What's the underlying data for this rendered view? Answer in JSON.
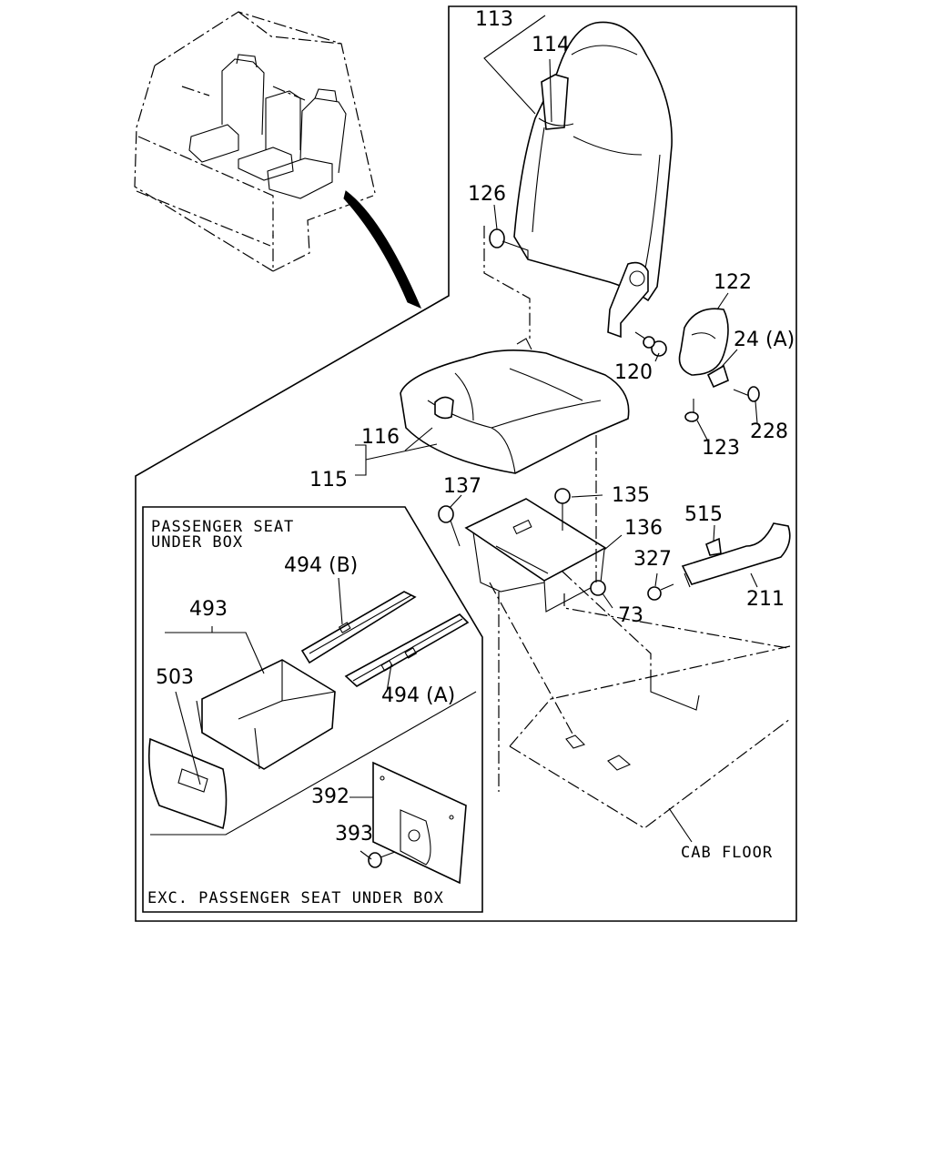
{
  "callouts": {
    "c113": "113",
    "c114": "114",
    "c126": "126",
    "c122": "122",
    "c24a": "24 (A)",
    "c120": "120",
    "c123": "123",
    "c228": "228",
    "c116": "116",
    "c115": "115",
    "c137": "137",
    "c135": "135",
    "c136": "136",
    "c515": "515",
    "c327": "327",
    "c211": "211",
    "c73": "73",
    "c494b": "494 (B)",
    "c493": "493",
    "c503": "503",
    "c494a": "494 (A)",
    "c392": "392",
    "c393": "393"
  },
  "captions": {
    "under_box_line1": "PASSENGER SEAT",
    "under_box_line2": "UNDER BOX",
    "exc_under_box": "EXC. PASSENGER SEAT UNDER BOX",
    "cab_floor": "CAB FLOOR"
  }
}
